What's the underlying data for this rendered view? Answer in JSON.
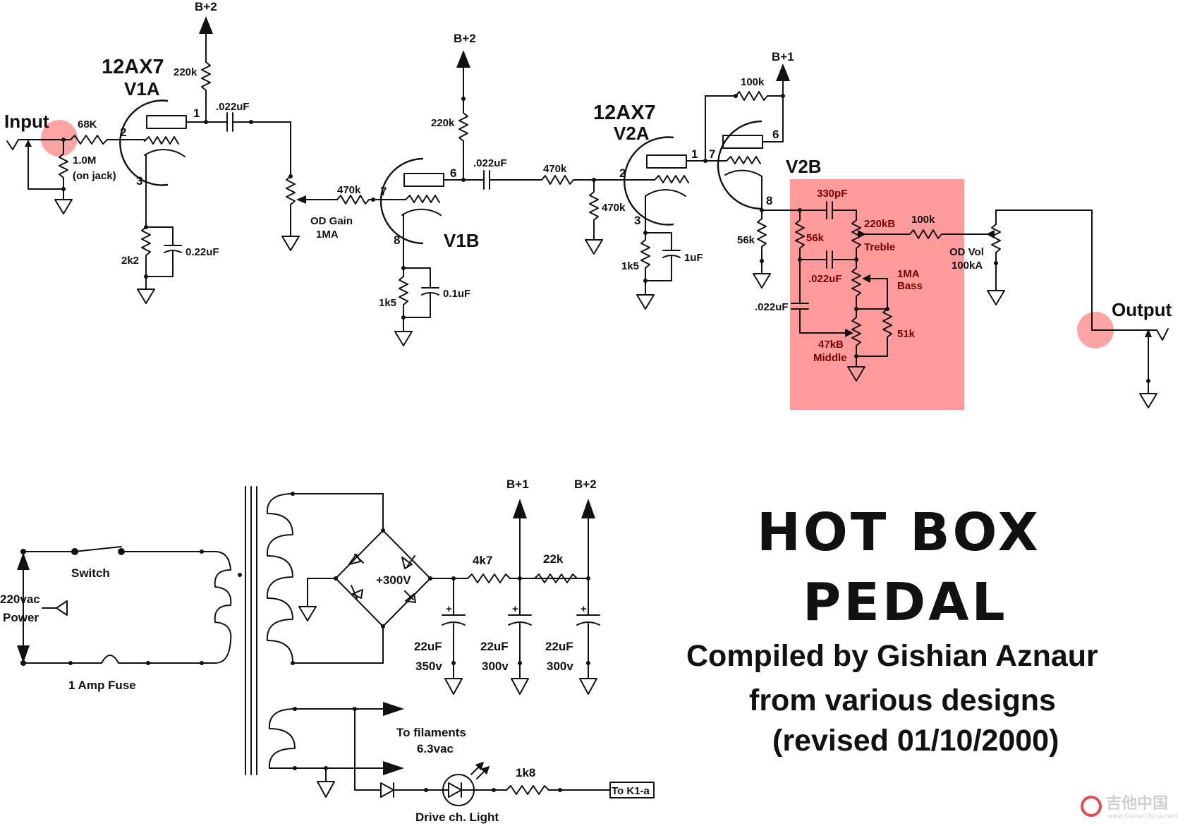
{
  "labels": {
    "input": "Input",
    "output": "Output",
    "v1a_tube": "12AX7",
    "v1a": "V1A",
    "v1b": "V1B",
    "v2a_tube": "12AX7",
    "v2a": "V2A",
    "v2b": "V2B",
    "b2_a": "B+2",
    "b2_b": "B+2",
    "b1_a": "B+1",
    "r_68k": "68K",
    "r_1m": "1.0M",
    "on_jack": "(on jack)",
    "r_220k_a": "220k",
    "r_2k2": "2k2",
    "c_022_a": ".022uF",
    "c_022uf_cath": "0.22uF",
    "od_gain": "OD Gain",
    "od_gain_val": "1MA",
    "r_470k_a": "470k",
    "r_220k_b": "220k",
    "r_1k5_a": "1k5",
    "c_01uf": "0.1uF",
    "c_022_b": ".022uF",
    "r_470k_b": "470k",
    "r_470k_c": "470k",
    "r_1k5_b": "1k5",
    "c_1uf": "1uF",
    "r_100k_a": "100k",
    "r_56k_a": "56k",
    "c_330pf": "330pF",
    "r_56k_b": "56k",
    "treble_val": "220kB",
    "treble": "Treble",
    "c_022_c": ".022uF",
    "bass_val": "1MA",
    "bass": "Bass",
    "c_022_d": ".022uF",
    "r_51k": "51k",
    "middle_val": "47kB",
    "middle": "Middle",
    "r_100k_b": "100k",
    "od_vol": "OD Vol",
    "od_vol_val": "100kA",
    "pin1": "1",
    "pin2": "2",
    "pin3": "3",
    "pin6": "6",
    "pin7": "7",
    "pin8": "8",
    "pin1b": "1",
    "pin2b": "2",
    "pin3b": "3",
    "pin6b": "6",
    "pin7b": "7",
    "pin8b": "8"
  },
  "power": {
    "mains": "220vac",
    "mains2": "Power",
    "switch": "Switch",
    "fuse": "1 Amp Fuse",
    "rect": "+300V",
    "r_4k7": "4k7",
    "r_22k": "22k",
    "b1": "B+1",
    "b2": "B+2",
    "c1a": "22uF",
    "c1b": "350v",
    "c2a": "22uF",
    "c2b": "300v",
    "c3a": "22uF",
    "c3b": "300v",
    "fil1": "To filaments",
    "fil2": "6.3vac",
    "r_1k8": "1k8",
    "tok1": "To K1-a",
    "light": "Drive ch. Light"
  },
  "title": {
    "line1": "HOT BOX",
    "line2": "PEDAL",
    "credit1": "Compiled by Gishian Aznaur",
    "credit2": "from various designs",
    "credit3": "(revised 01/10/2000)"
  },
  "watermark": {
    "cn": "吉他中国",
    "url": "www.GuitarChina.com"
  },
  "colors": {
    "highlight": "#ff8a8a",
    "dot": "#ff9a9a"
  }
}
